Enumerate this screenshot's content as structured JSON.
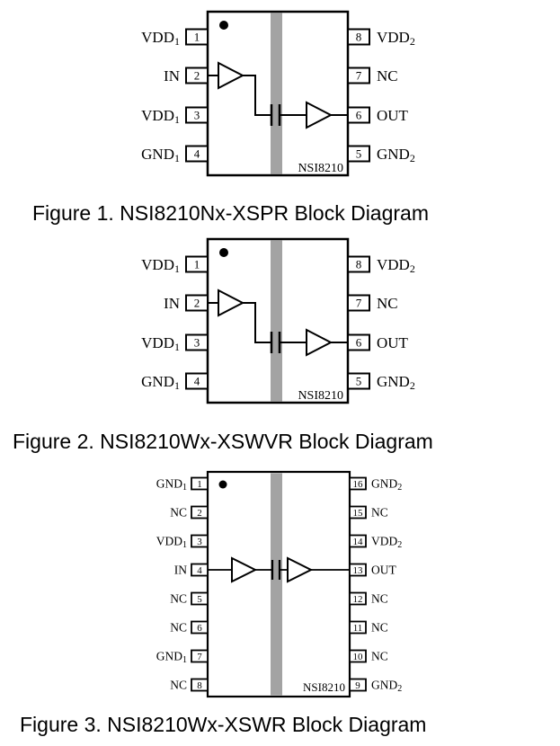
{
  "colors": {
    "background": "#ffffff",
    "line": "#000000",
    "isolation_bar": "#a3a3a3"
  },
  "icons": {
    "buffer_amplifier": "right-pointing-triangle",
    "isolation_capacitor": "two-parallel-vertical-plates",
    "pin1_marker": "filled-dot"
  },
  "figures": [
    {
      "caption": "Figure 1. NSI8210Nx-XSPR Block Diagram",
      "chip_label": "NSI8210",
      "package": "8-pin",
      "left_pins": [
        {
          "num": "1",
          "base": "VDD",
          "sub": "1"
        },
        {
          "num": "2",
          "base": "IN",
          "sub": ""
        },
        {
          "num": "3",
          "base": "VDD",
          "sub": "1"
        },
        {
          "num": "4",
          "base": "GND",
          "sub": "1"
        }
      ],
      "right_pins": [
        {
          "num": "8",
          "base": "VDD",
          "sub": "2"
        },
        {
          "num": "7",
          "base": "NC",
          "sub": ""
        },
        {
          "num": "6",
          "base": "OUT",
          "sub": ""
        },
        {
          "num": "5",
          "base": "GND",
          "sub": "2"
        }
      ]
    },
    {
      "caption": "Figure 2. NSI8210Wx-XSWVR Block Diagram",
      "chip_label": "NSI8210",
      "package": "8-pin",
      "left_pins": [
        {
          "num": "1",
          "base": "VDD",
          "sub": "1"
        },
        {
          "num": "2",
          "base": "IN",
          "sub": ""
        },
        {
          "num": "3",
          "base": "VDD",
          "sub": "1"
        },
        {
          "num": "4",
          "base": "GND",
          "sub": "1"
        }
      ],
      "right_pins": [
        {
          "num": "8",
          "base": "VDD",
          "sub": "2"
        },
        {
          "num": "7",
          "base": "NC",
          "sub": ""
        },
        {
          "num": "6",
          "base": "OUT",
          "sub": ""
        },
        {
          "num": "5",
          "base": "GND",
          "sub": "2"
        }
      ]
    },
    {
      "caption": "Figure 3. NSI8210Wx-XSWR Block Diagram",
      "chip_label": "NSI8210",
      "package": "16-pin",
      "left_pins": [
        {
          "num": "1",
          "base": "GND",
          "sub": "1"
        },
        {
          "num": "2",
          "base": "NC",
          "sub": ""
        },
        {
          "num": "3",
          "base": "VDD",
          "sub": "1"
        },
        {
          "num": "4",
          "base": "IN",
          "sub": ""
        },
        {
          "num": "5",
          "base": "NC",
          "sub": ""
        },
        {
          "num": "6",
          "base": "NC",
          "sub": ""
        },
        {
          "num": "7",
          "base": "GND",
          "sub": "1"
        },
        {
          "num": "8",
          "base": "NC",
          "sub": ""
        }
      ],
      "right_pins": [
        {
          "num": "16",
          "base": "GND",
          "sub": "2"
        },
        {
          "num": "15",
          "base": "NC",
          "sub": ""
        },
        {
          "num": "14",
          "base": "VDD",
          "sub": "2"
        },
        {
          "num": "13",
          "base": "OUT",
          "sub": ""
        },
        {
          "num": "12",
          "base": "NC",
          "sub": ""
        },
        {
          "num": "11",
          "base": "NC",
          "sub": ""
        },
        {
          "num": "10",
          "base": "NC",
          "sub": ""
        },
        {
          "num": "9",
          "base": "GND",
          "sub": "2"
        }
      ]
    }
  ]
}
